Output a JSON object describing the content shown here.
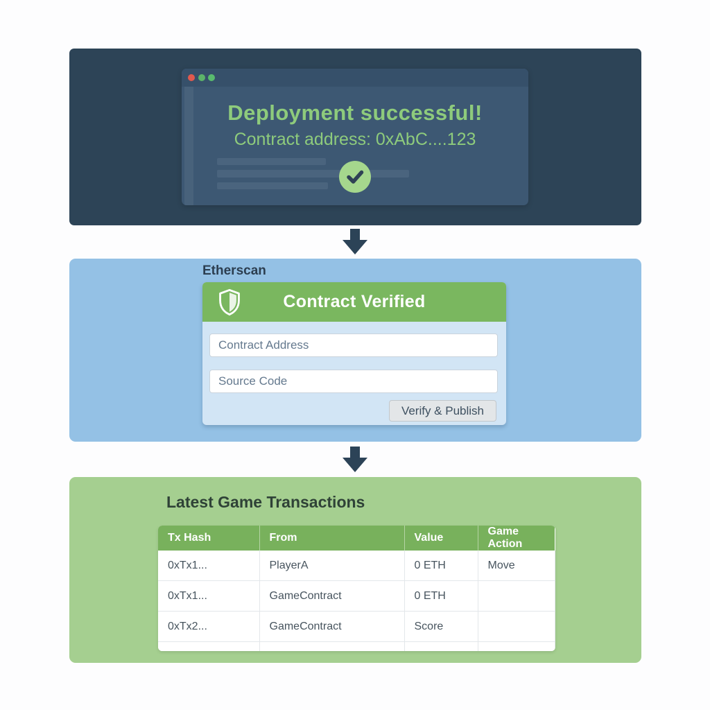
{
  "colors": {
    "page_background": "#fdfdfe",
    "deploy_panel": "#2d4457",
    "browser_window": "#3d5873",
    "success_text": "#8ecb7c",
    "arrow": "#2c4357",
    "ether_panel": "#94c1e5",
    "card_body": "#d2e5f5",
    "card_header_green": "#7ab75f",
    "tx_panel": "#a5cf90",
    "table_header_green": "#78b15c",
    "check_circle": "#a5d78d"
  },
  "deployment": {
    "window": {
      "traffic_lights": [
        "red-dot",
        "green-dot",
        "green-dot"
      ],
      "title": "Deployment successful!",
      "subtitle": "Contract address: 0xAbC....123",
      "check_icon": "check-circle-icon"
    }
  },
  "etherscan": {
    "label": "Etherscan",
    "card": {
      "shield_icon": "shield-icon",
      "header": "Contract Verified",
      "fields": [
        {
          "placeholder": "Contract Address",
          "value": ""
        },
        {
          "placeholder": "Source Code",
          "value": ""
        }
      ],
      "button_label": "Verify & Publish"
    }
  },
  "transactions": {
    "title": "Latest Game Transactions",
    "table": {
      "columns": [
        "Tx Hash",
        "From",
        "Value",
        "Game Action"
      ],
      "rows": [
        [
          "0xTx1...",
          "PlayerA",
          "0 ETH",
          "Move"
        ],
        [
          "0xTx1...",
          "GameContract",
          "0 ETH",
          ""
        ],
        [
          "0xTx2...",
          "GameContract",
          "Score",
          ""
        ]
      ]
    }
  }
}
